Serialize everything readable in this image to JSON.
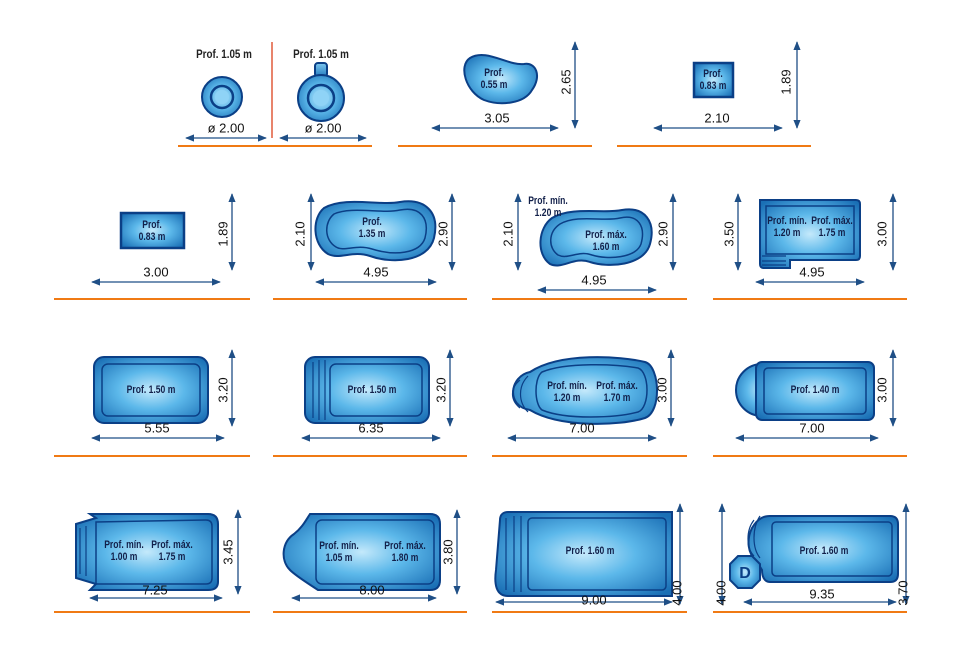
{
  "colors": {
    "water": "#3fa6e0",
    "water_dark": "#1a6fb5",
    "outline": "#0b3f86",
    "floor": "#f07a14",
    "arrow": "#1f4f86",
    "divider": "#e05a3a"
  },
  "pools": [
    {
      "depth_label": "Prof. 1.05 m",
      "width": "ø 2.00"
    },
    {
      "depth_label": "Prof. 1.05 m",
      "width": "ø 2.00"
    },
    {
      "label_1": "Prof.",
      "label_2": "0.55 m",
      "width": "3.05",
      "height": "2.65"
    },
    {
      "label_1": "Prof.",
      "label_2": "0.83 m",
      "width": "2.10",
      "height": "1.89"
    },
    {
      "label_1": "Prof.",
      "label_2": "0.83 m",
      "width": "3.00",
      "height": "1.89"
    },
    {
      "label_1": "Prof.",
      "label_2": "1.35 m",
      "width": "4.95",
      "height_left": "2.10",
      "height_right": "2.90"
    },
    {
      "shallow_1": "Prof. mín.",
      "shallow_2": "1.20 m",
      "deep_1": "Prof. máx.",
      "deep_2": "1.60 m",
      "width": "4.95",
      "height_left": "2.10",
      "height_right": "2.90"
    },
    {
      "shallow_1": "Prof. mín.",
      "shallow_2": "1.20 m",
      "deep_1": "Prof. máx.",
      "deep_2": "1.75 m",
      "width": "4.95",
      "height_left": "3.50",
      "height_right": "3.00"
    },
    {
      "label": "Prof. 1.50 m",
      "width": "5.55",
      "height": "3.20"
    },
    {
      "label": "Prof. 1.50 m",
      "width": "6.35",
      "height": "3.20"
    },
    {
      "shallow_1": "Prof. mín.",
      "shallow_2": "1.20 m",
      "deep_1": "Prof. máx.",
      "deep_2": "1.70 m",
      "width": "7.00",
      "height": "3.00"
    },
    {
      "label": "Prof. 1.40 m",
      "width": "7.00",
      "height": "3.00"
    },
    {
      "shallow_1": "Prof. mín.",
      "shallow_2": "1.00 m",
      "deep_1": "Prof. máx.",
      "deep_2": "1.75 m",
      "width": "7.25",
      "height": "3.45"
    },
    {
      "shallow_1": "Prof. mín.",
      "shallow_2": "1.05 m",
      "deep_1": "Prof. máx.",
      "deep_2": "1.80 m",
      "width": "8.00",
      "height": "3.80"
    },
    {
      "label": "Prof. 1.60 m",
      "width": "9.00",
      "height": "4.00"
    },
    {
      "label": "Prof. 1.60 m",
      "width": "9.35",
      "height_left": "4.00",
      "height_right": "3.70"
    }
  ]
}
